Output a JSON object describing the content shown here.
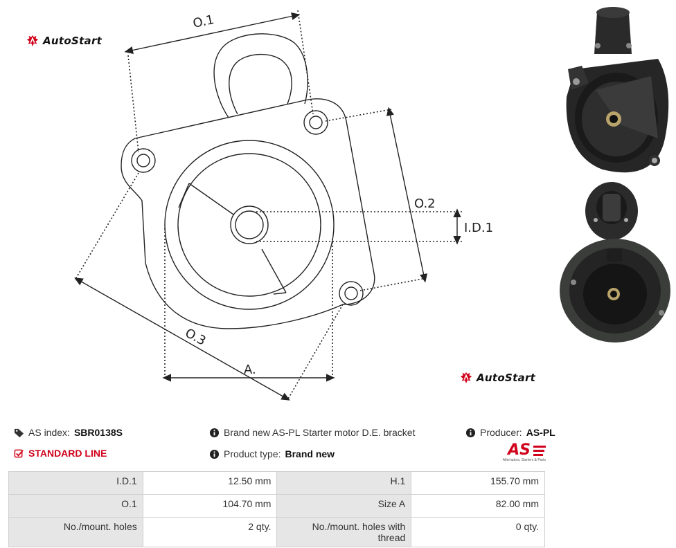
{
  "brand": {
    "name": "AutoStart",
    "producer_logo": "AS",
    "producer_tagline": "Alternators, Starters & Parts",
    "accent": "#d0021b"
  },
  "diagram": {
    "labels": {
      "o1": "O.1",
      "o2": "O.2",
      "o3": "O.3",
      "id1": "I.D.1",
      "a": "A."
    }
  },
  "info": {
    "as_index_label": "AS index:",
    "as_index_value": "SBR0138S",
    "description": "Brand new AS-PL Starter motor D.E. bracket",
    "producer_label": "Producer:",
    "producer_value": "AS-PL",
    "line": "STANDARD LINE",
    "product_type_label": "Product type:",
    "product_type_value": "Brand new"
  },
  "specs": [
    [
      "I.D.1",
      "12.50 mm",
      "H.1",
      "155.70  mm"
    ],
    [
      "O.1",
      "104.70  mm",
      "Size A",
      "82.00 mm"
    ],
    [
      "No./mount. holes",
      "2 qty.",
      "No./mount. holes with thread",
      "0 qty."
    ]
  ]
}
